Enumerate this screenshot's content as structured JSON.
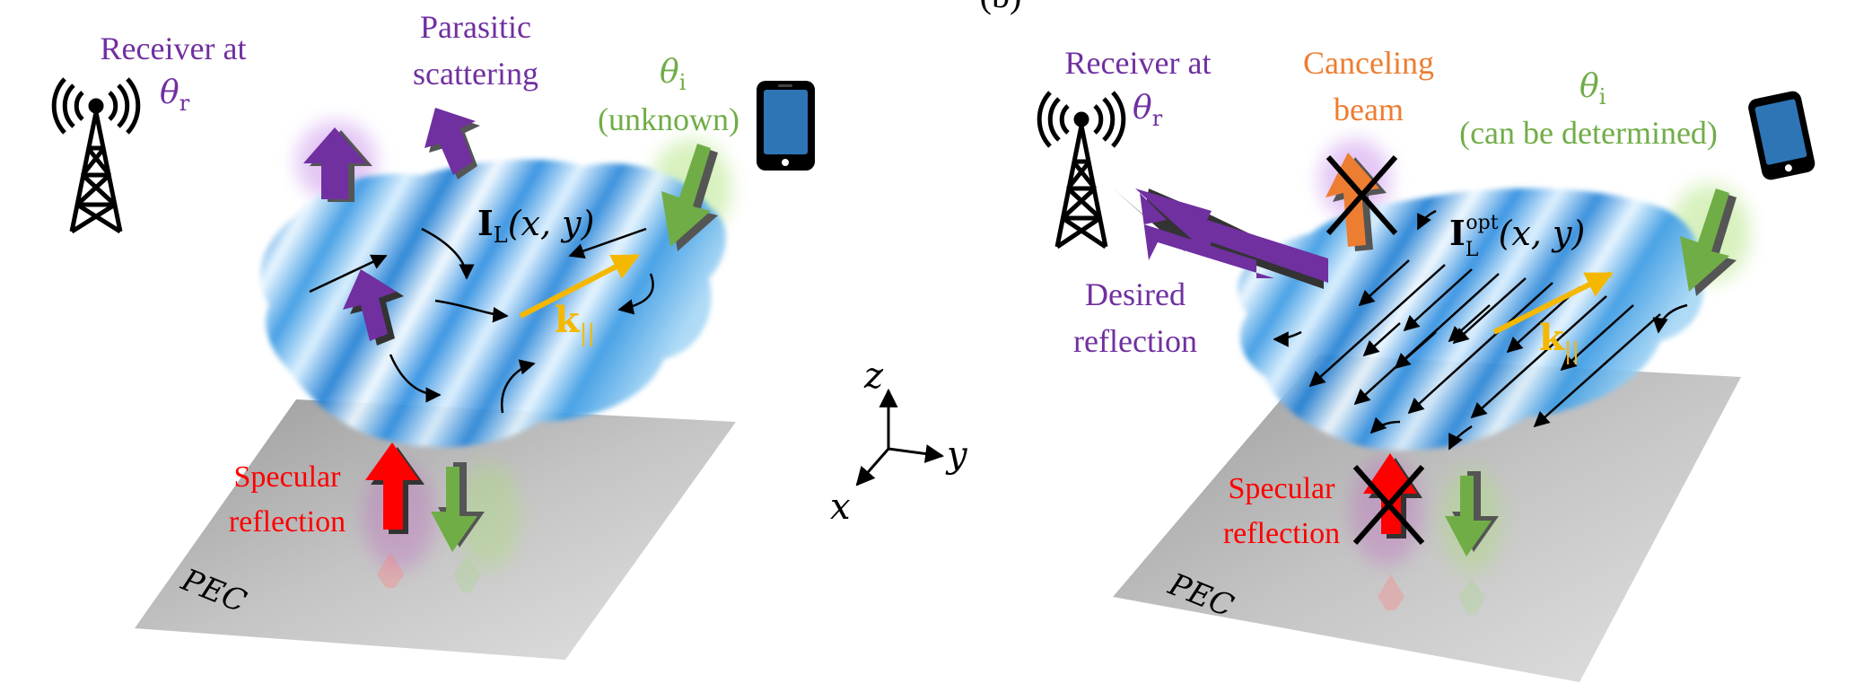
{
  "header": {
    "panel_label": "(b)"
  },
  "colors": {
    "purple": "#7030a0",
    "green": "#70ad47",
    "orange": "#ed7d31",
    "red": "#ff0000",
    "gold": "#f5b800",
    "black": "#000000",
    "phone_blue": "#2e75b6"
  },
  "left_panel": {
    "receiver": {
      "line1": "Receiver at",
      "theta": "θ",
      "sub": "r"
    },
    "parasitic": {
      "line1": "Parasitic",
      "line2": "scattering"
    },
    "incident": {
      "theta": "θ",
      "sub": "i",
      "line2": "(unknown)"
    },
    "current": {
      "symbol": "I",
      "sub": "L",
      "args": "(x, y)"
    },
    "wavevector": {
      "symbol": "k",
      "sub": "||"
    },
    "specular": {
      "line1": "Specular",
      "line2": "reflection"
    },
    "pec": "PEC"
  },
  "axes": {
    "z": "z",
    "y": "y",
    "x": "x"
  },
  "right_panel": {
    "receiver": {
      "line1": "Receiver at",
      "theta": "θ",
      "sub": "r"
    },
    "canceling": {
      "line1": "Canceling",
      "line2": "beam"
    },
    "incident": {
      "theta": "θ",
      "sub": "i",
      "line2": "(can be determined)"
    },
    "current": {
      "symbol": "I",
      "sub": "L",
      "sup": "opt",
      "args": "(x, y)"
    },
    "desired": {
      "line1": "Desired",
      "line2": "reflection"
    },
    "wavevector": {
      "symbol": "k",
      "sub": "||"
    },
    "specular": {
      "line1": "Specular",
      "line2": "reflection"
    },
    "pec": "PEC"
  }
}
